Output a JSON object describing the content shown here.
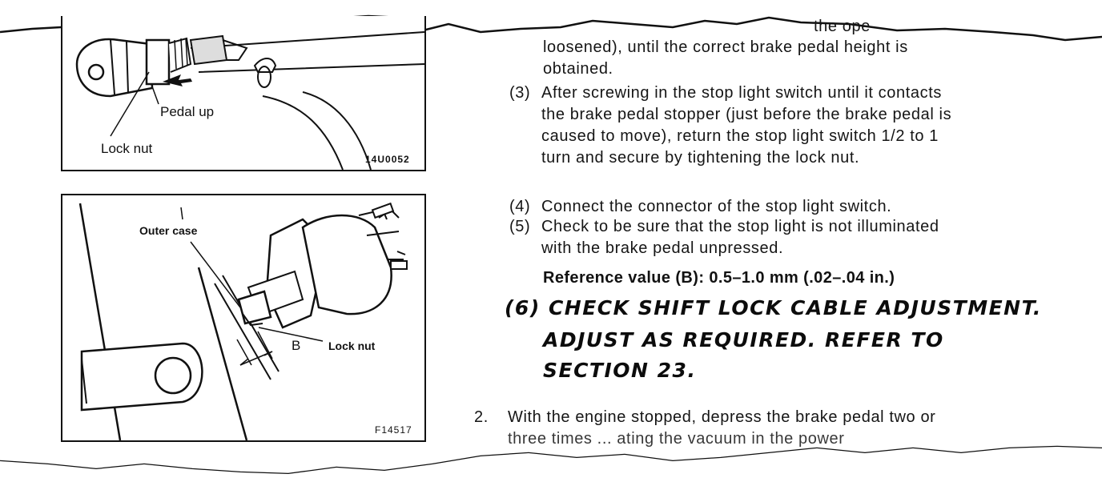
{
  "figure_top": {
    "labels": {
      "pedal_up": "Pedal up",
      "lock_nut": "Lock nut"
    },
    "code": "14U0052"
  },
  "figure_bottom": {
    "labels": {
      "outer_case": "Outer case",
      "lock_nut": "Lock nut",
      "b": "B"
    },
    "code": "F14517"
  },
  "text": {
    "partial_top": "the ope",
    "line_loosened": "loosened), until the correct brake pedal height is",
    "line_obtained": "obtained.",
    "step3_num": "(3)",
    "step3_lines": [
      "After screwing in the stop light switch until it contacts",
      "the brake pedal stopper (just before the brake pedal is",
      "caused to move), return the stop light switch 1/2 to 1",
      "turn and secure by tightening the lock nut."
    ],
    "step4_num": "(4)",
    "step4": "Connect the connector of the stop light switch.",
    "step5_num": "(5)",
    "step5_lines": [
      "Check to be sure that the stop light is not illuminated",
      "with the brake pedal unpressed."
    ],
    "reference": "Reference value (B): 0.5–1.0 mm (.02–.04 in.)",
    "handwritten_lines": [
      "(6) CHECK SHIFT LOCK CABLE ADJUSTMENT.",
      "ADJUST AS REQUIRED. REFER TO",
      "SECTION 23."
    ],
    "step2_num": "2.",
    "step2_line1": "With the engine stopped, depress the brake pedal two or",
    "step2_line2": "three times ... ating the vacuum in the power"
  }
}
